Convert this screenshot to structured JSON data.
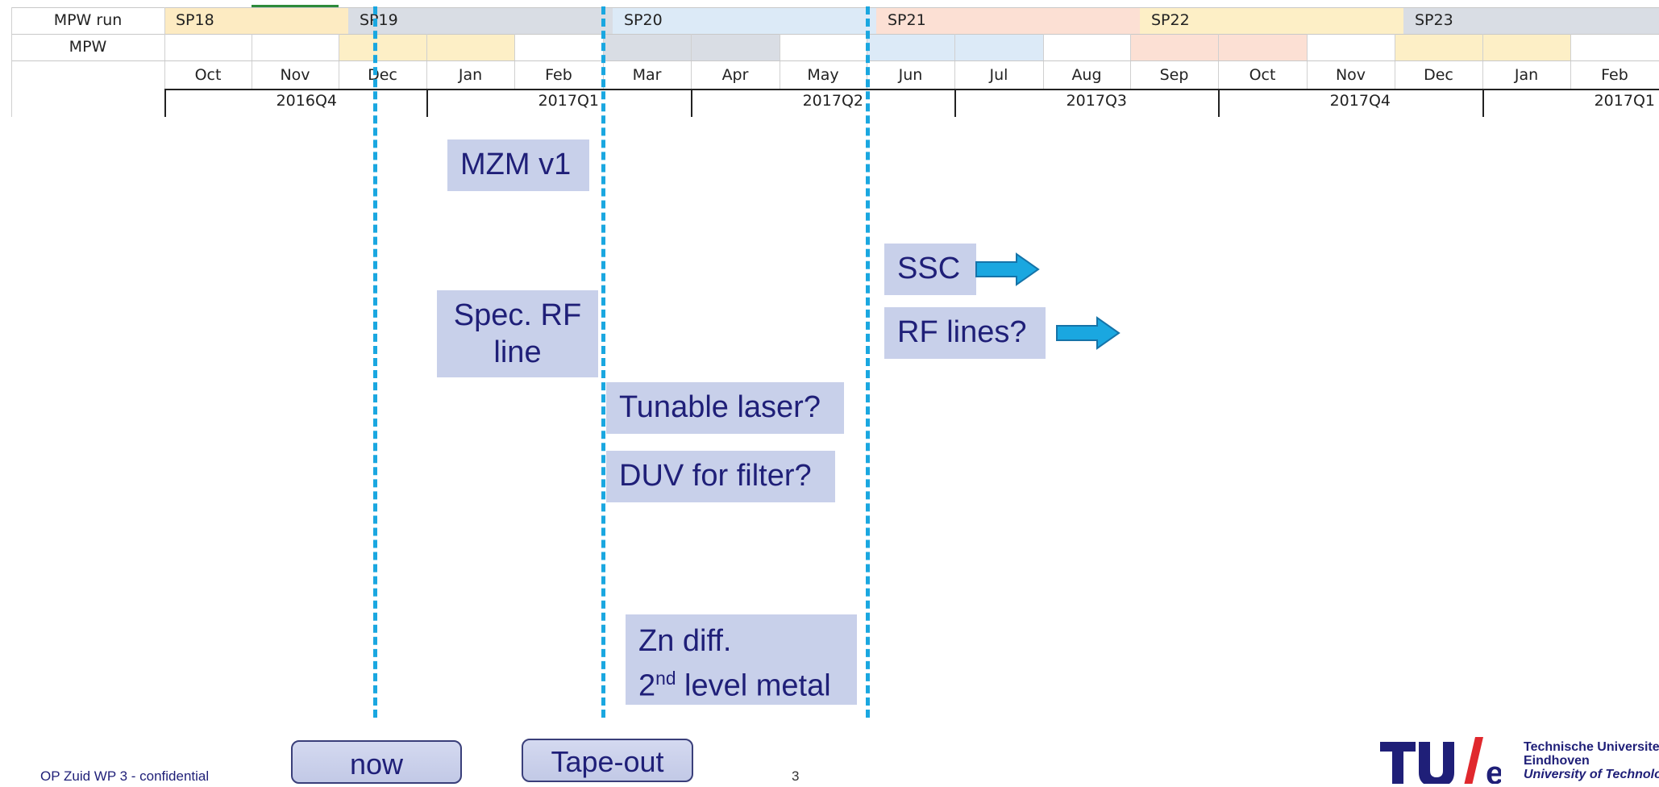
{
  "table": {
    "row_labels": {
      "run": "MPW run",
      "mpw": "MPW"
    },
    "runs": [
      "SP18",
      "SP19",
      "SP20",
      "SP21",
      "SP22",
      "SP23"
    ],
    "months": [
      "Oct",
      "Nov",
      "Dec",
      "Jan",
      "Feb",
      "Mar",
      "Apr",
      "May",
      "Jun",
      "Jul",
      "Aug",
      "Sep",
      "Oct",
      "Nov",
      "Dec",
      "Jan",
      "Feb"
    ],
    "quarters": [
      "2016Q4",
      "2017Q1",
      "2017Q2",
      "2017Q3",
      "2017Q4",
      "2017Q1"
    ],
    "colors": {
      "sp18": "#fdebc2",
      "sp19": "#d9dde4",
      "sp20": "#dceaf7",
      "sp21": "#fce0d4",
      "sp22": "#fdefc6",
      "sp23": "#d9dde4"
    }
  },
  "boxes": {
    "mzm": "MZM v1",
    "spec_rf_1": "Spec. RF",
    "spec_rf_2": "line",
    "ssc": "SSC",
    "rf_lines": "RF lines?",
    "tunable": "Tunable laser?",
    "duv": "DUV for filter?",
    "zn_1": "Zn diff.",
    "zn_2_num": "2",
    "zn_2_sup": "nd",
    "zn_2_rest": " level metal"
  },
  "footer": {
    "confidential": "OP Zuid WP 3 - confidential",
    "now_button": "now",
    "tapeout_button": "Tape-out",
    "page_number": "3",
    "logo_mark": "TU/e",
    "logo_line1": "Technische Universiteit",
    "logo_line2": "Eindhoven",
    "logo_line3": "University of Technology"
  },
  "accent_color": "#1aa7e0",
  "box_color": "#c8d0ea",
  "text_color": "#1f1f78"
}
